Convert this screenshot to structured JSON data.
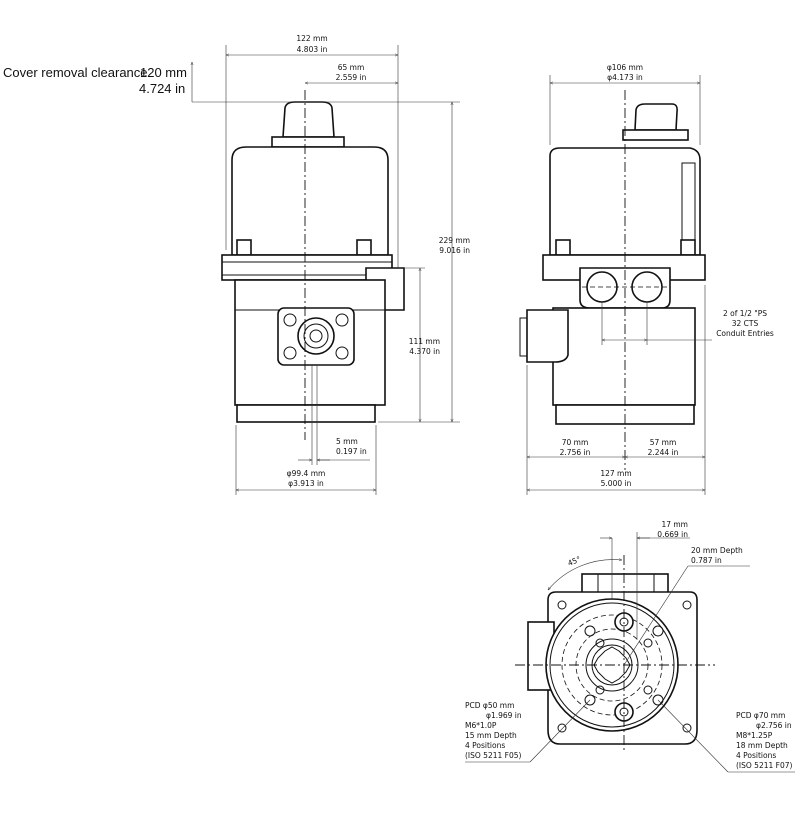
{
  "clearance": {
    "label": "Cover removal clearance",
    "mm": "120 mm",
    "in": "4.724 in"
  },
  "front_view": {
    "width_mm": "122 mm",
    "width_in": "4.803 in",
    "offset_mm": "65 mm",
    "offset_in": "2.559 in",
    "height_mm": "229 mm",
    "height_in": "9.016 in",
    "lower_mm": "111 mm",
    "lower_in": "4.370 in",
    "shaft_mm": "5 mm",
    "shaft_in": "0.197 in",
    "base_mm": "φ99.4 mm",
    "base_in": "φ3.913 in"
  },
  "side_view": {
    "dia_mm": "φ106 mm",
    "dia_in": "φ4.173 in",
    "conduit": [
      "2 of 1/2 \"PS",
      "32 CTS",
      "Conduit Entries"
    ],
    "left_mm": "70 mm",
    "left_in": "2.756 in",
    "right_mm": "57 mm",
    "right_in": "2.244 in",
    "total_mm": "127 mm",
    "total_in": "5.000 in"
  },
  "bottom_view": {
    "angle": "45°",
    "slot_mm": "17 mm",
    "slot_in": "0.669 in",
    "depth_mm": "20 mm Depth",
    "depth_in": "0.787 in",
    "f05": [
      "PCD φ50 mm",
      "φ1.969 in",
      "M6*1.0P",
      "15 mm Depth",
      "4 Positions",
      "(ISO 5211 F05)"
    ],
    "f07": [
      "PCD φ70 mm",
      "φ2.756 in",
      "M8*1.25P",
      "18 mm Depth",
      "4 Positions",
      "(ISO 5211 F07)"
    ]
  }
}
